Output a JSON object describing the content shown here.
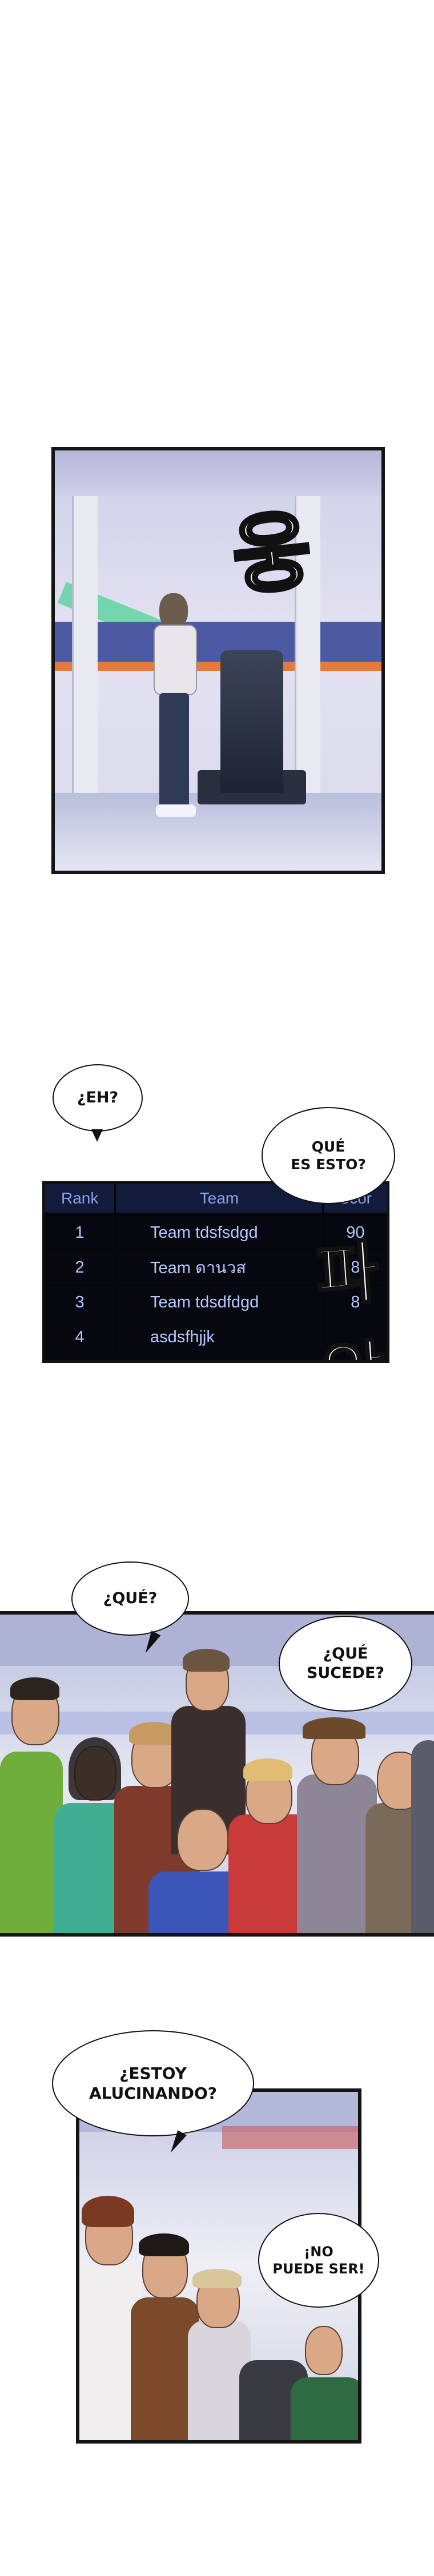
{
  "panel1": {
    "sfx": "웅"
  },
  "bubbles": {
    "eh": "¿EH?",
    "que_es_esto": "QUÉ\nES ESTO?",
    "que": "¿QUÉ?",
    "que_sucede": "¿QUÉ\nSUCEDE?",
    "estoy_alucinando": "¿ESTOY\nALUCINANDO?",
    "no_puede_ser": "¡NO\nPUEDE SER!"
  },
  "ranking_table": {
    "headers": [
      "Rank",
      "Team",
      "Scor"
    ],
    "rows": [
      {
        "rank": "1",
        "team": "Team tdsfsdgd",
        "score": "90"
      },
      {
        "rank": "2",
        "team": "Team ดานวส",
        "score": "8"
      },
      {
        "rank": "3",
        "team": "Team tdsdfdgd",
        "score": "8"
      },
      {
        "rank": "4",
        "team": "asdsfhjjk",
        "score": ""
      }
    ],
    "sfx": "파악"
  }
}
